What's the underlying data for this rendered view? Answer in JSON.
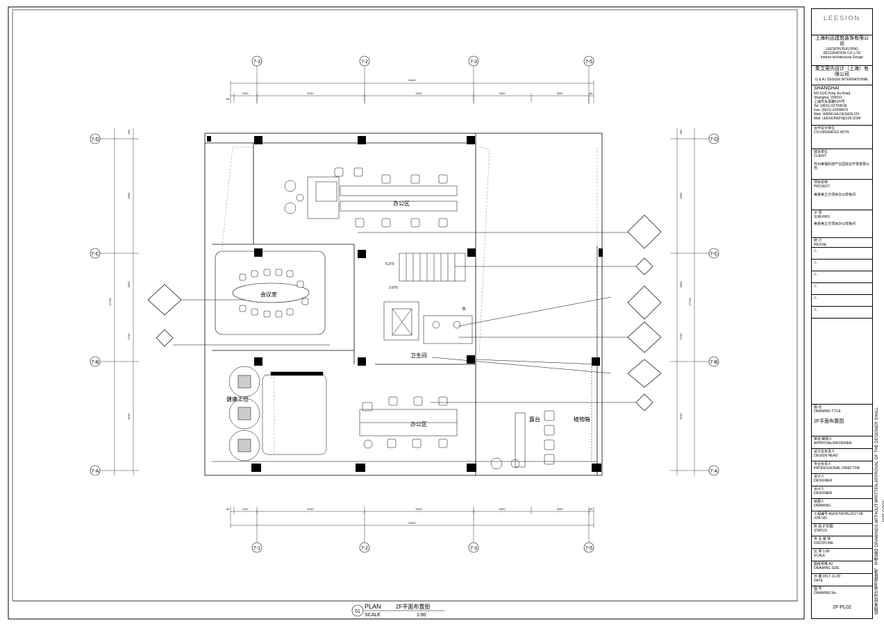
{
  "grid": {
    "cols": [
      "7-1",
      "7-2",
      "7-3",
      "7-5"
    ],
    "rows": [
      "7-D",
      "7-C",
      "7-B",
      "7-A"
    ],
    "top_dims": [
      "60",
      "1200",
      "5100",
      "5100",
      "3000",
      "3000",
      "60"
    ],
    "total_dim": "19200",
    "left_dims": [
      "600",
      "6000",
      "3000",
      "2700",
      "5100"
    ],
    "left_total": "17700",
    "right_dims": [
      "600",
      "6000",
      "3000",
      "2700",
      "5100"
    ],
    "right_total": "17700"
  },
  "rooms": {
    "office_top": "办公区",
    "meeting": "会议室",
    "toilet": "卫生间",
    "fitness": "健康工位",
    "office_bottom": "办公区",
    "terrace": "露台",
    "plant_box": "植物箱",
    "water": "水"
  },
  "levels": {
    "l1": "5.270",
    "l2": "3.970"
  },
  "title": {
    "index": "01",
    "plan": "PLAN",
    "name": "2F平面布置图",
    "scale_label": "SCALE",
    "scale": "1:80"
  },
  "titleblock": {
    "logo": "LEESION",
    "company_cn": "上海利迅建筑装饰有限公司",
    "company_en": "LEESION BUILDING DECORATION CO.,LTD",
    "company_sub": "Interior Architectural Design",
    "design_cn": "集艾室内设计（上海）有限公司",
    "design_en": "G & A | DESIGN INTERNATIONAL",
    "city": "SHANGHAI",
    "addr1": "NO.51/6,Yong Jia Road",
    "addr2": "Shanghai, 200031",
    "addr3": "上海市永嘉路51/6号",
    "tel": "Tel:    (0621) 62704018",
    "fax": "Fax:   (0621) 62098670",
    "web": "Web:   WWW.GA-DESIGN.CN",
    "mail": "Mail:   LEESIONDH@126.COM",
    "coop_label": "合作设计单位",
    "coop_en": "CO-OPERATED WITH",
    "client_label": "建设单位",
    "client_en": "CLIENT",
    "client": "苏州美福科技产业园综合开发有限公司",
    "project_label": "项目名称",
    "project_en": "PROJECT",
    "project": "美景美立方项目办公样板间",
    "subproject_label": "子 项",
    "subproject_en": "SUB-PRO",
    "subproject": "美景美立方项目办公样板间",
    "revise_label": "修 订",
    "revise_en": "REVISE",
    "drawing_title_label": "图 名",
    "drawing_title_en": "DRAWING TITLE",
    "drawing_title": "2F平面布置图",
    "approval_label": "审定/审核人",
    "approval_en": "APPROVAL/REVIEWER",
    "design_head_label": "设计总负责人",
    "design_head_en": "DESIGN HEAD",
    "pro_director_label": "专业负责人",
    "pro_director_en": "PROFESSIONAL DIRECTOR",
    "designer_label": "设计人",
    "designer_en": "DESIGNER",
    "designer2_label": "设计人",
    "designer2_en": "DESIGNER",
    "drawing_label": "绘图人",
    "drawing_en": "DRAWING",
    "job_label": "工程编号",
    "job_en": "JOB NO.",
    "job": "ASH2704YBL2017-08",
    "status_label": "阶 段",
    "status_en": "STATUS",
    "status": "扩初图",
    "discipline_label": "专 业",
    "discipline_en": "DISCIPLINE",
    "discipline": "装 饰",
    "scale_label": "比 例",
    "scale_en": "SCALE",
    "scale": "1:80",
    "size_label": "图纸规格",
    "size_en": "DRAWING SIZE",
    "size": "A2",
    "date_label": "日 期",
    "date_en": "DATE",
    "date": "2017-11-29",
    "no_label": "图 号",
    "no_en": "DRAWING No.",
    "no": "2F-PL02"
  },
  "side_note": "此图未经设计者书面批准，不得复印  DRAWINGS WITHOUT WRITTEN APPROVAL OF THE DESIGNER SHALL NOT COPY"
}
